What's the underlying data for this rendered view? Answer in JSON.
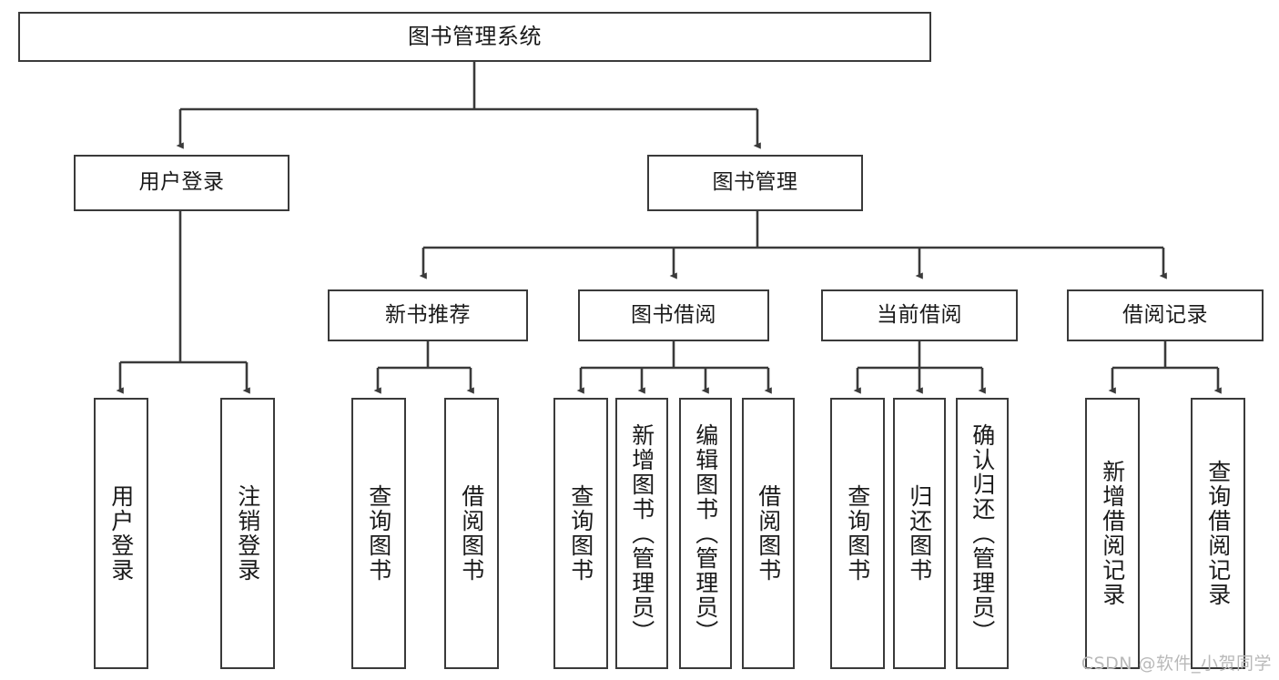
{
  "diagram": {
    "type": "tree-hierarchy",
    "title_node": {
      "label": "图书管理系统"
    },
    "level2": [
      {
        "id": "user-login",
        "label": "用户登录"
      },
      {
        "id": "book-manage",
        "label": "图书管理"
      }
    ],
    "level3": [
      {
        "id": "new-book-recommend",
        "label": "新书推荐"
      },
      {
        "id": "book-borrow",
        "label": "图书借阅"
      },
      {
        "id": "current-borrow",
        "label": "当前借阅"
      },
      {
        "id": "borrow-record",
        "label": "借阅记录"
      }
    ],
    "leaves": {
      "user_login": [
        {
          "id": "leaf-user-login",
          "label": "用户登录"
        },
        {
          "id": "leaf-logout-login",
          "label": "注销登录"
        }
      ],
      "new_book_recommend": [
        {
          "id": "leaf-query-book-1",
          "label": "查询图书"
        },
        {
          "id": "leaf-borrow-book-1",
          "label": "借阅图书"
        }
      ],
      "book_borrow": [
        {
          "id": "leaf-query-book-2",
          "label": "查询图书"
        },
        {
          "id": "leaf-add-book",
          "label": "新增图书（管理员）"
        },
        {
          "id": "leaf-edit-book",
          "label": "编辑图书（管理员）"
        },
        {
          "id": "leaf-borrow-book-2",
          "label": "借阅图书"
        }
      ],
      "current_borrow": [
        {
          "id": "leaf-query-book-3",
          "label": "查询图书"
        },
        {
          "id": "leaf-return-book",
          "label": "归还图书"
        },
        {
          "id": "leaf-confirm-return",
          "label": "确认归还（管理员）"
        }
      ],
      "borrow_record": [
        {
          "id": "leaf-add-record",
          "label": "新增借阅记录"
        },
        {
          "id": "leaf-query-record",
          "label": "查询借阅记录"
        }
      ]
    },
    "watermark": "CSDN @软件_小贺同学",
    "colors": {
      "stroke": "#3a3a3a",
      "fill": "#ffffff",
      "text": "#1a1a1a",
      "watermark": "#b9b9b9"
    }
  }
}
